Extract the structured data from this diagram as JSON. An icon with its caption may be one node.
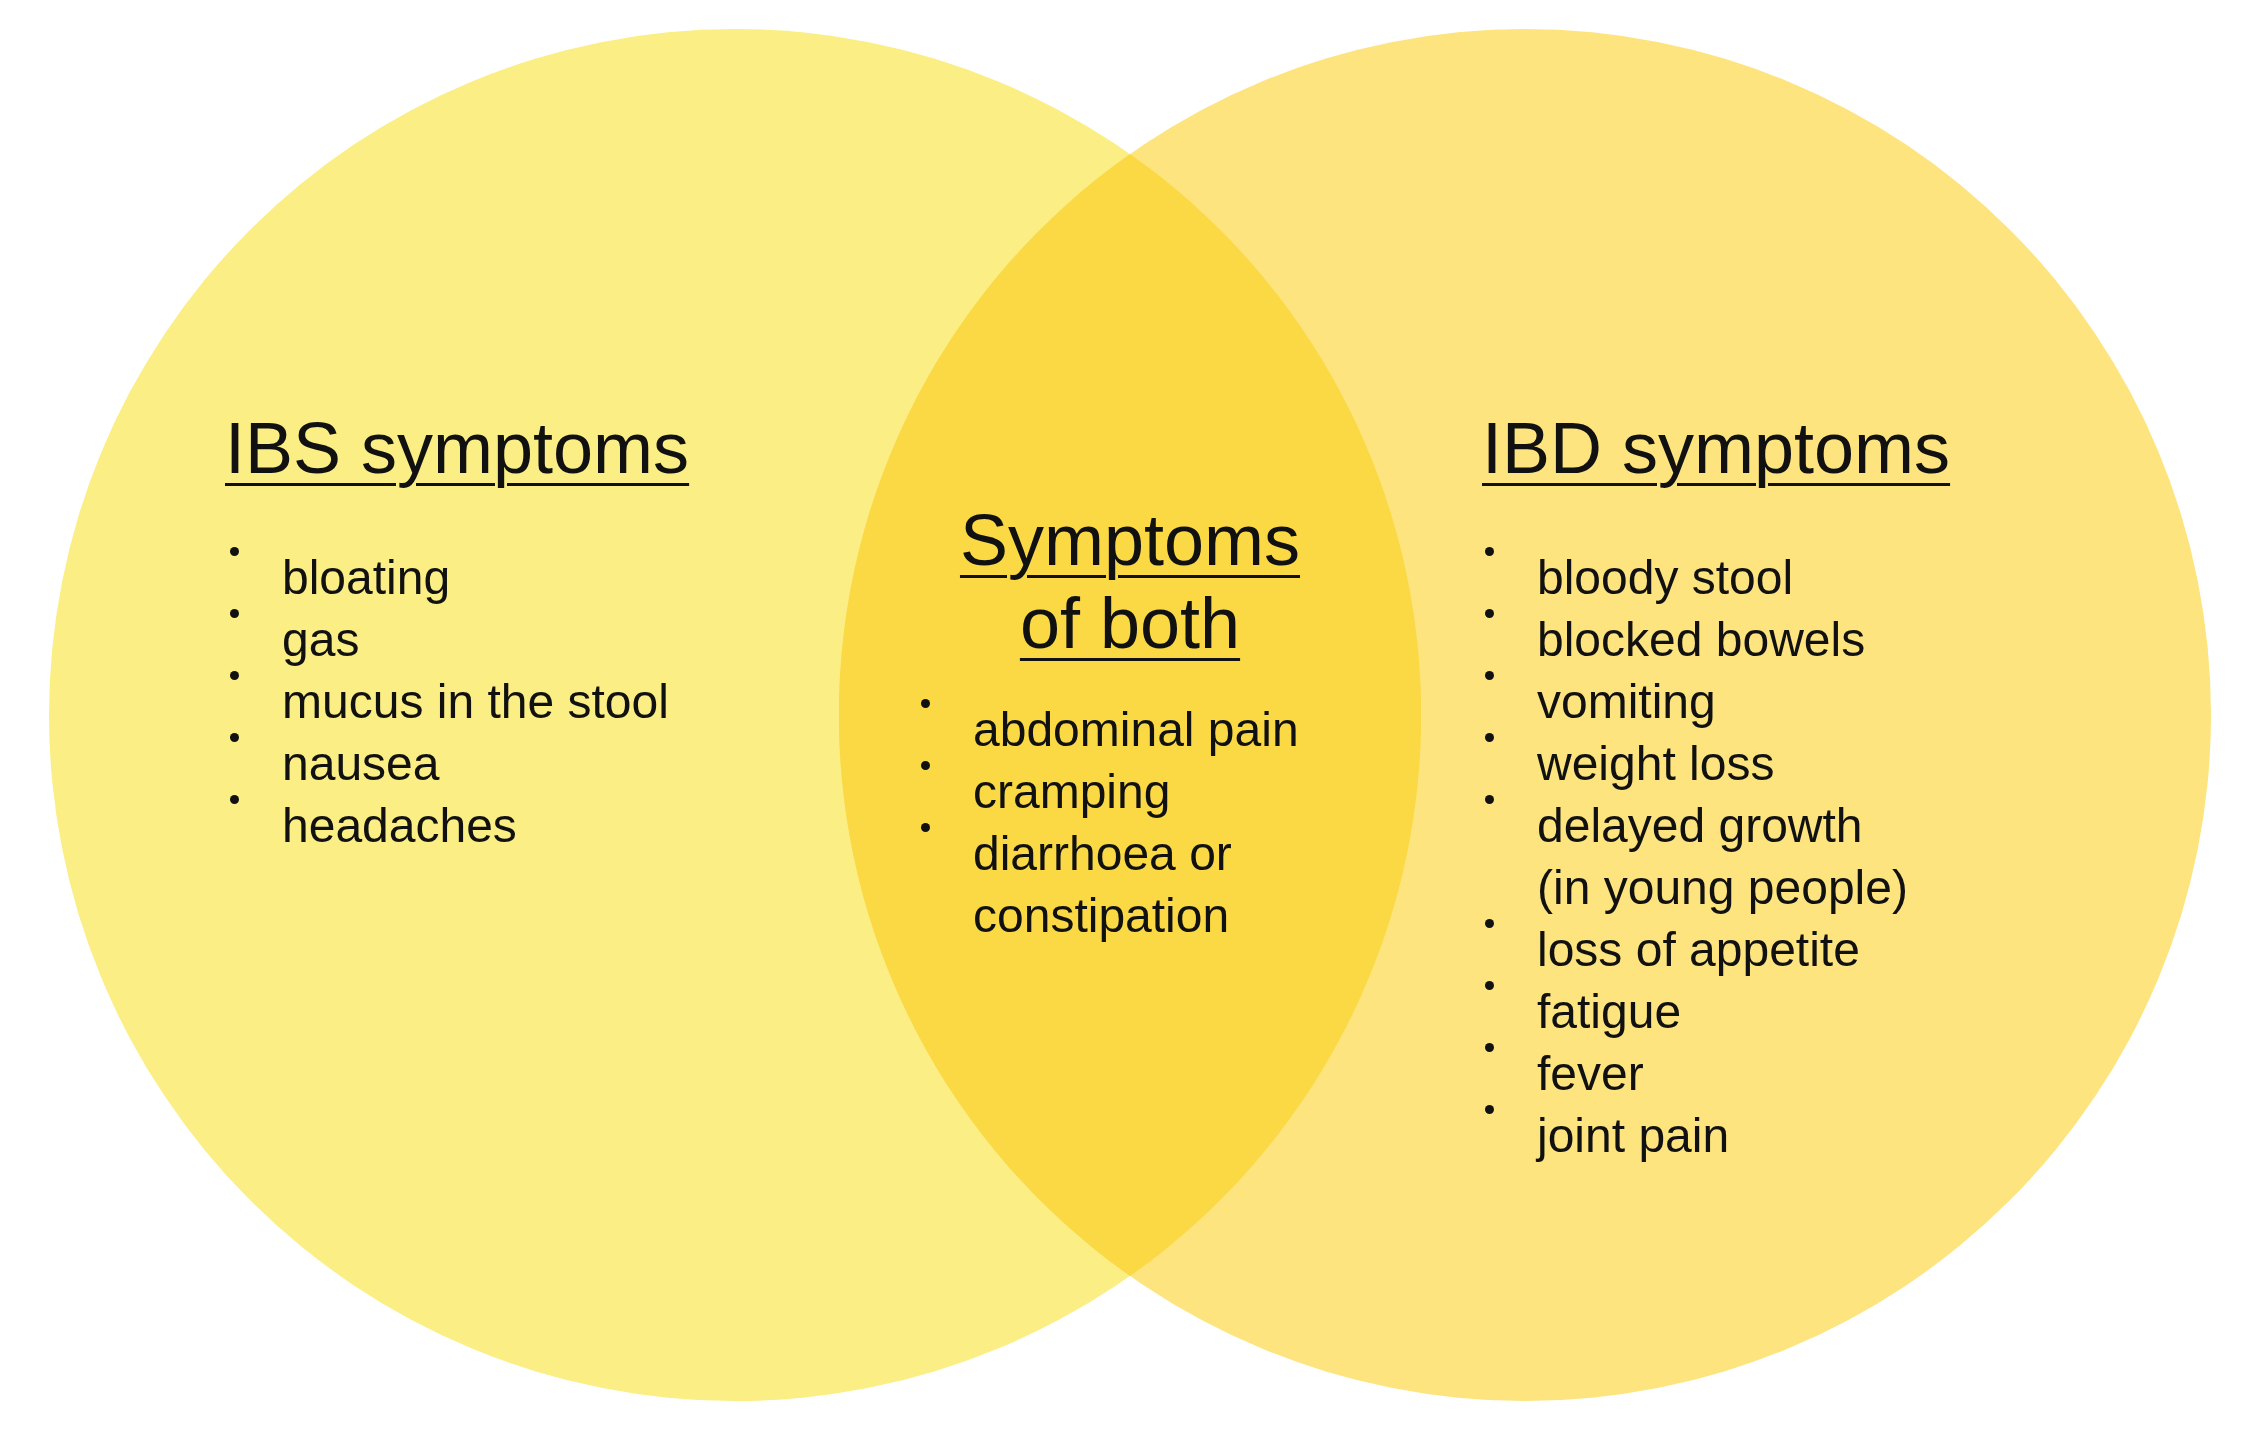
{
  "diagram": {
    "nodes": [
      {
        "text": [
          "IBS symptoms",
          "bloating",
          "gas",
          "mucus in the stool",
          "nausea",
          "headaches"
        ]
      },
      {
        "text": [
          "IBD symptoms",
          "bloody stool",
          "blocked bowels",
          "vomiting",
          "weight loss",
          "delayed growth (in young people)",
          "loss of appetite",
          "fatigue",
          "fever",
          "joint pain"
        ]
      },
      {
        "text": [
          "Symptoms of both",
          "abdominal pain",
          "cramping",
          "diarrhoea or constipation"
        ]
      }
    ]
  }
}
